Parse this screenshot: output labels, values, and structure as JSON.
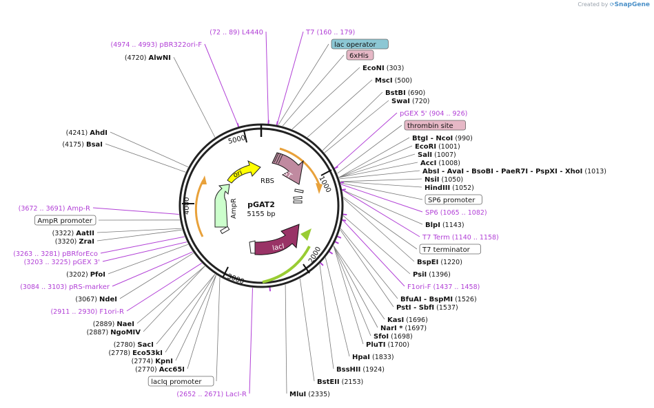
{
  "watermark": {
    "created_by": "Created by",
    "brand": "SnapGene"
  },
  "plasmid": {
    "name": "pGAT2",
    "size": "5155 bp"
  },
  "ticks": [
    "1000",
    "2000",
    "3000",
    "4000",
    "5000"
  ],
  "features": {
    "ori": "ori",
    "ampr": "AmpR",
    "gst": "GST",
    "laci": "lacI",
    "rbs": "RBS"
  },
  "colors": {
    "ori": "#ffff00",
    "ampr": "#ccffcc",
    "gst": "#c08aa0",
    "laci": "#993366",
    "primer": "#b13fd6",
    "orange_arc": "#f0a030",
    "green_arc": "#99cc33"
  },
  "left_labels": [
    {
      "kind": "primer",
      "text": "pBR322ori-F",
      "range": "(4974 .. 4993)"
    },
    {
      "kind": "site",
      "text": "AlwNI",
      "num": "(4720)"
    },
    {
      "kind": "site",
      "text": "AhdI",
      "num": "(4241)"
    },
    {
      "kind": "site",
      "text": "BsaI",
      "num": "(4175)"
    },
    {
      "kind": "primer",
      "text": "Amp-R",
      "range": "(3672 .. 3691)"
    },
    {
      "kind": "box",
      "text": "AmpR promoter"
    },
    {
      "kind": "site",
      "text": "AatII",
      "num": "(3322)"
    },
    {
      "kind": "site",
      "text": "ZraI",
      "num": "(3320)"
    },
    {
      "kind": "primer",
      "text": "pBRforEco",
      "range": "(3263 .. 3281)"
    },
    {
      "kind": "primer",
      "text": "pGEX 3'",
      "range": "(3203 .. 3225)"
    },
    {
      "kind": "site",
      "text": "PfoI",
      "num": "(3202)"
    },
    {
      "kind": "primer",
      "text": "pRS-marker",
      "range": "(3084 .. 3103)"
    },
    {
      "kind": "site",
      "text": "NdeI",
      "num": "(3067)"
    },
    {
      "kind": "primer",
      "text": "F1ori-R",
      "range": "(2911 .. 2930)"
    },
    {
      "kind": "site",
      "text": "NaeI",
      "num": "(2889)"
    },
    {
      "kind": "site",
      "text": "NgoMIV",
      "num": "(2887)"
    },
    {
      "kind": "site",
      "text": "SacI",
      "num": "(2780)"
    },
    {
      "kind": "site",
      "text": "Eco53kI",
      "num": "(2778)"
    },
    {
      "kind": "site",
      "text": "KpnI",
      "num": "(2774)"
    },
    {
      "kind": "site",
      "text": "Acc65I",
      "num": "(2770)"
    },
    {
      "kind": "box",
      "text": "lacIq promoter"
    },
    {
      "kind": "primer",
      "text": "LacI-R",
      "range": "(2652 .. 2671)"
    }
  ],
  "top_labels": [
    {
      "kind": "primer",
      "text": "L4440",
      "range": "(72 .. 89)"
    },
    {
      "kind": "primer",
      "text": "T7",
      "range": "(160 .. 179)"
    }
  ],
  "right_labels": [
    {
      "kind": "box_teal",
      "text": "lac operator"
    },
    {
      "kind": "box_pink",
      "text": "6xHis"
    },
    {
      "kind": "site",
      "text": "EcoNI",
      "num": "(303)"
    },
    {
      "kind": "site",
      "text": "MscI",
      "num": "(500)"
    },
    {
      "kind": "site",
      "text": "BstBI",
      "num": "(690)"
    },
    {
      "kind": "site",
      "text": "SwaI",
      "num": "(720)"
    },
    {
      "kind": "primer",
      "text": "pGEX 5'",
      "range": "(904 .. 926)"
    },
    {
      "kind": "box_pink",
      "text": "thrombin site"
    },
    {
      "kind": "multi",
      "text": "BtgI  - NcoI",
      "num": "(990)"
    },
    {
      "kind": "site",
      "text": "EcoRI",
      "num": "(1001)"
    },
    {
      "kind": "site",
      "text": "SalI",
      "num": "(1007)"
    },
    {
      "kind": "site",
      "text": "AccI",
      "num": "(1008)"
    },
    {
      "kind": "multi",
      "text": "AbsI  - AvaI  - BsoBI  - PaeR7I  - PspXI  - XhoI",
      "num": "(1013)"
    },
    {
      "kind": "site",
      "text": "NsiI",
      "num": "(1050)"
    },
    {
      "kind": "site",
      "text": "HindIII",
      "num": "(1052)"
    },
    {
      "kind": "box",
      "text": "SP6 promoter"
    },
    {
      "kind": "primer",
      "text": "SP6",
      "range": "(1065 .. 1082)"
    },
    {
      "kind": "site",
      "text": "BlpI",
      "num": "(1143)"
    },
    {
      "kind": "primer",
      "text": "T7 Term",
      "range": "(1140 .. 1158)"
    },
    {
      "kind": "box",
      "text": "T7 terminator"
    },
    {
      "kind": "site",
      "text": "BspEI",
      "num": "(1220)"
    },
    {
      "kind": "site",
      "text": "PsiI",
      "num": "(1396)"
    },
    {
      "kind": "primer",
      "text": "F1ori-F",
      "range": "(1437 .. 1458)"
    },
    {
      "kind": "multi",
      "text": "BfuAI  - BspMI",
      "num": "(1526)"
    },
    {
      "kind": "multi",
      "text": "PstI  - SbfI",
      "num": "(1537)"
    },
    {
      "kind": "site",
      "text": "KasI",
      "num": "(1696)"
    },
    {
      "kind": "site",
      "text": "NarI *",
      "num": "(1697)"
    },
    {
      "kind": "site",
      "text": "SfoI",
      "num": "(1698)"
    },
    {
      "kind": "site",
      "text": "PluTI",
      "num": "(1700)"
    },
    {
      "kind": "site",
      "text": "HpaI",
      "num": "(1833)"
    },
    {
      "kind": "site",
      "text": "BssHII",
      "num": "(1924)"
    },
    {
      "kind": "site",
      "text": "BstEII",
      "num": "(2153)"
    },
    {
      "kind": "site",
      "text": "MluI",
      "num": "(2335)"
    }
  ]
}
